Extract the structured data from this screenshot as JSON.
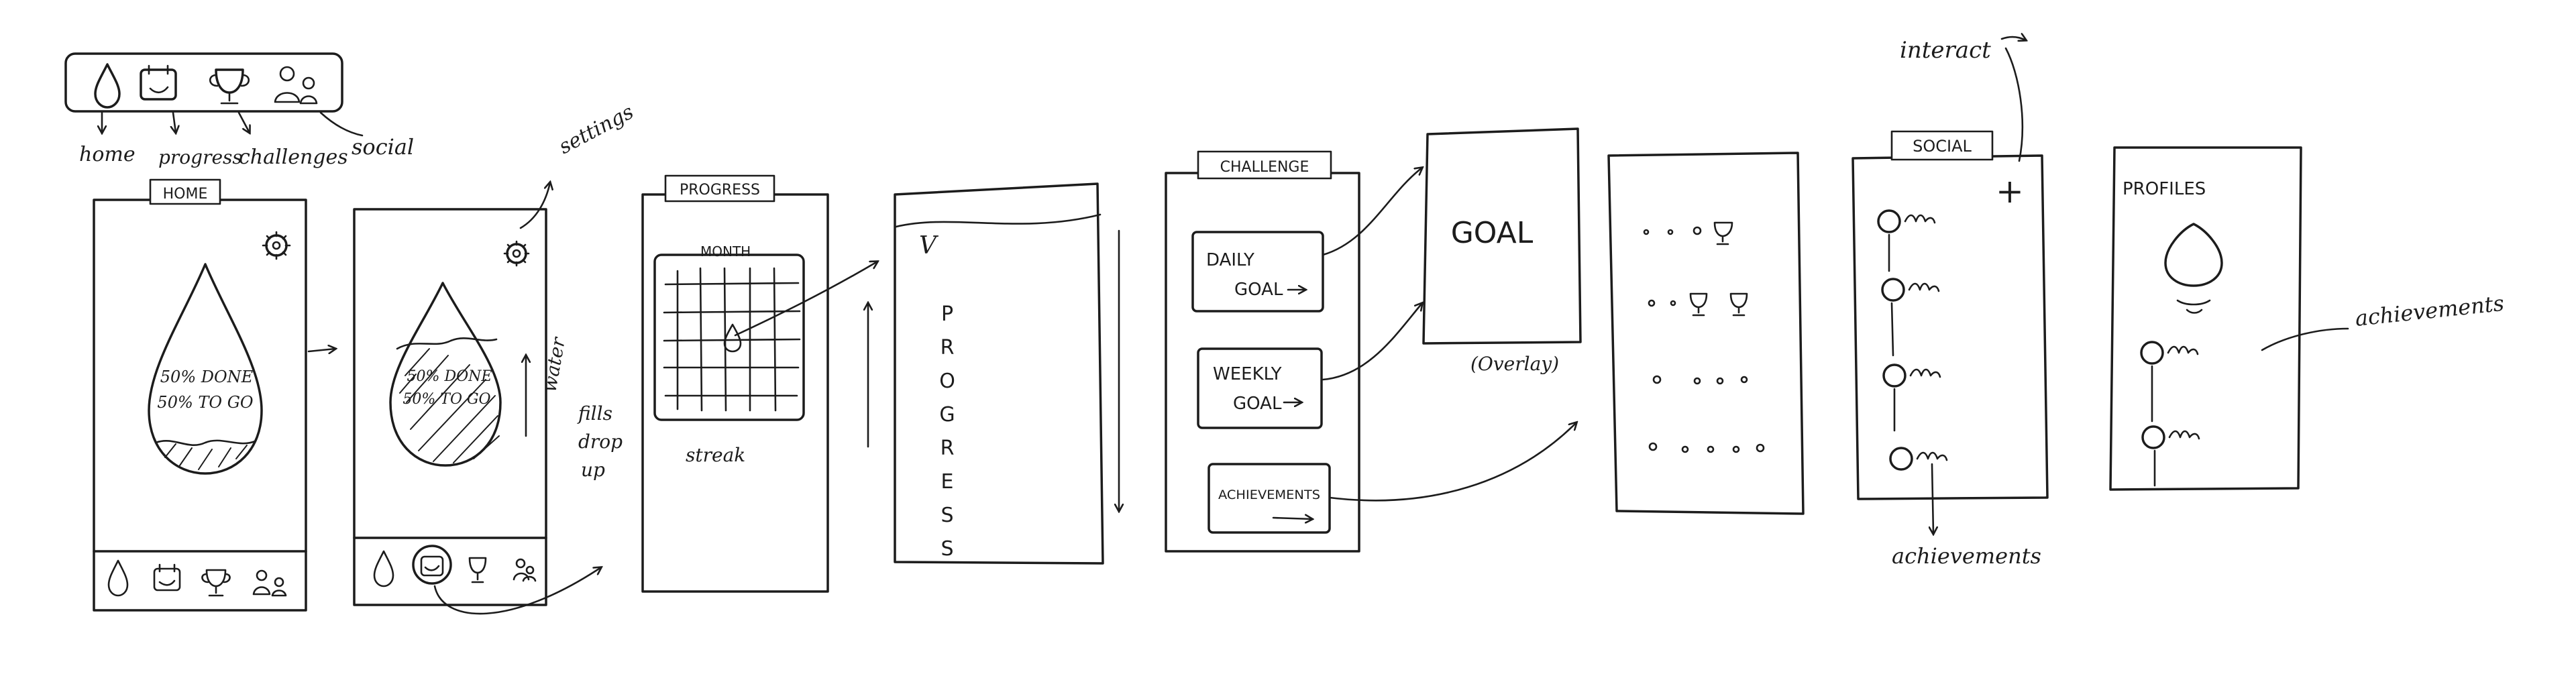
{
  "nav_legend": {
    "labels": {
      "home": "home",
      "progress": "progress",
      "challenges": "challenges",
      "social": "social"
    },
    "icons": [
      "water-drop-icon",
      "calendar-icon",
      "trophy-icon",
      "people-icon"
    ]
  },
  "home_screen": {
    "tab_label": "HOME",
    "drop_line_1": "50% DONE",
    "drop_line_2": "50% TO GO",
    "settings_icon": "gear-icon"
  },
  "animation_screen": {
    "drop_line_1": "50% DONE",
    "drop_line_2": "50% TO GO",
    "settings_label": "settings",
    "note_lines": [
      "water",
      "fills",
      "drop",
      "up"
    ]
  },
  "progress_screen": {
    "tab_label": "PROGRESS",
    "calendar_label": "MONTH",
    "streak_label": "streak"
  },
  "progress_detail": {
    "check_mark": "V",
    "vertical_letters": [
      "P",
      "R",
      "O",
      "G",
      "R",
      "E",
      "S",
      "S"
    ]
  },
  "challenge_screen": {
    "tab_label": "CHALLENGE",
    "buttons": [
      {
        "line_1": "DAILY",
        "line_2": "GOAL"
      },
      {
        "line_1": "WEEKLY",
        "line_2": "GOAL"
      },
      {
        "line_1": "ACHIEVEMENTS",
        "line_2": ""
      }
    ]
  },
  "goal_overlay": {
    "title": "GOAL",
    "caption": "(Overlay)"
  },
  "social_screen": {
    "tab_label": "SOCIAL",
    "add_symbol": "+",
    "interact_label": "interact",
    "achievements_label": "achievements"
  },
  "profiles_screen": {
    "title": "PROFILES",
    "achievements_label": "achievements"
  }
}
